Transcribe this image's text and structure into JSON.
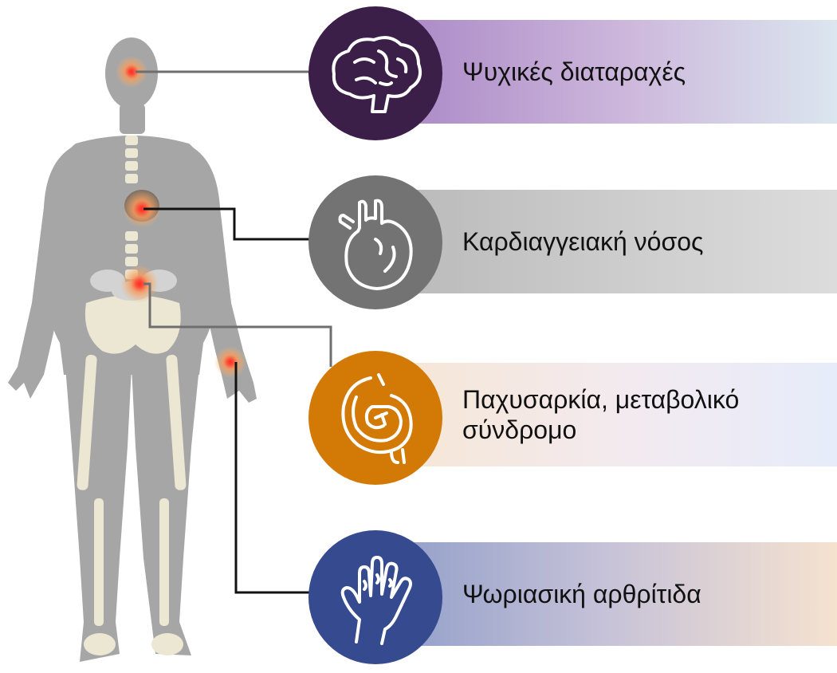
{
  "conditions": [
    {
      "label": "Ψυχικές διαταραχές",
      "icon": "brain-icon",
      "color": "#3c1f49"
    },
    {
      "label": "Καρδιαγγειακή νόσος",
      "icon": "heart-icon",
      "color": "#737373"
    },
    {
      "label": "Παχυσαρκία, μεταβολικό\nσύνδρομο",
      "icon": "stomach-icon",
      "color": "#d37a06"
    },
    {
      "label": "Ψωριασική αρθρίτιδα",
      "icon": "hand-icon",
      "color": "#354a8f"
    }
  ],
  "markers": [
    "head",
    "heart",
    "abdomen",
    "hand"
  ]
}
